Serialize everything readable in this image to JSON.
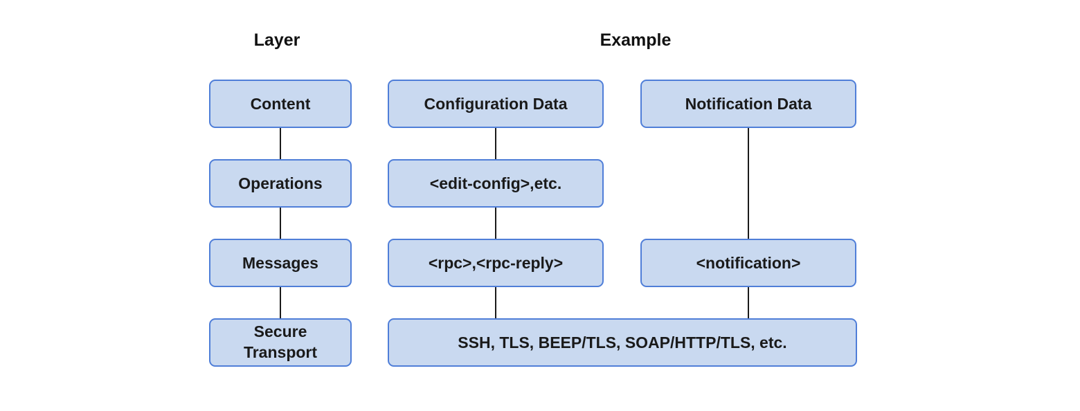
{
  "diagram": {
    "headers": {
      "layer": "Layer",
      "example": "Example"
    },
    "layers": {
      "content": "Content",
      "operations": "Operations",
      "messages": "Messages",
      "secure_transport": "Secure Transport"
    },
    "examples": {
      "configuration_data": "Configuration Data",
      "notification_data": "Notification Data",
      "edit_config": "<edit-config>,etc.",
      "rpc": "<rpc>,<rpc-reply>",
      "notification": "<notification>",
      "transport_protocols": "SSH, TLS, BEEP/TLS, SOAP/HTTP/TLS, etc."
    },
    "colors": {
      "box_fill": "#c9d9f0",
      "box_border": "#4f7ed8",
      "connector": "#1a1a1a",
      "text": "#1a1a1a",
      "background": "#ffffff"
    }
  }
}
